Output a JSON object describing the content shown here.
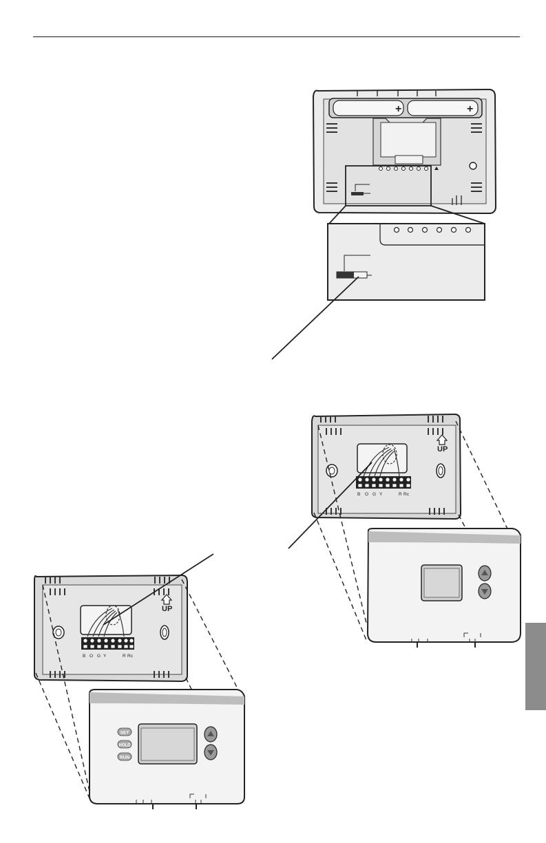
{
  "page": {
    "up_label": "UP",
    "terminal_labels": [
      "B",
      "O",
      "G",
      "Y",
      "R",
      "Rc"
    ],
    "plus_sign": "+",
    "buttons": {
      "set": "SET",
      "hold": "HOLD",
      "run": "RUN"
    }
  }
}
